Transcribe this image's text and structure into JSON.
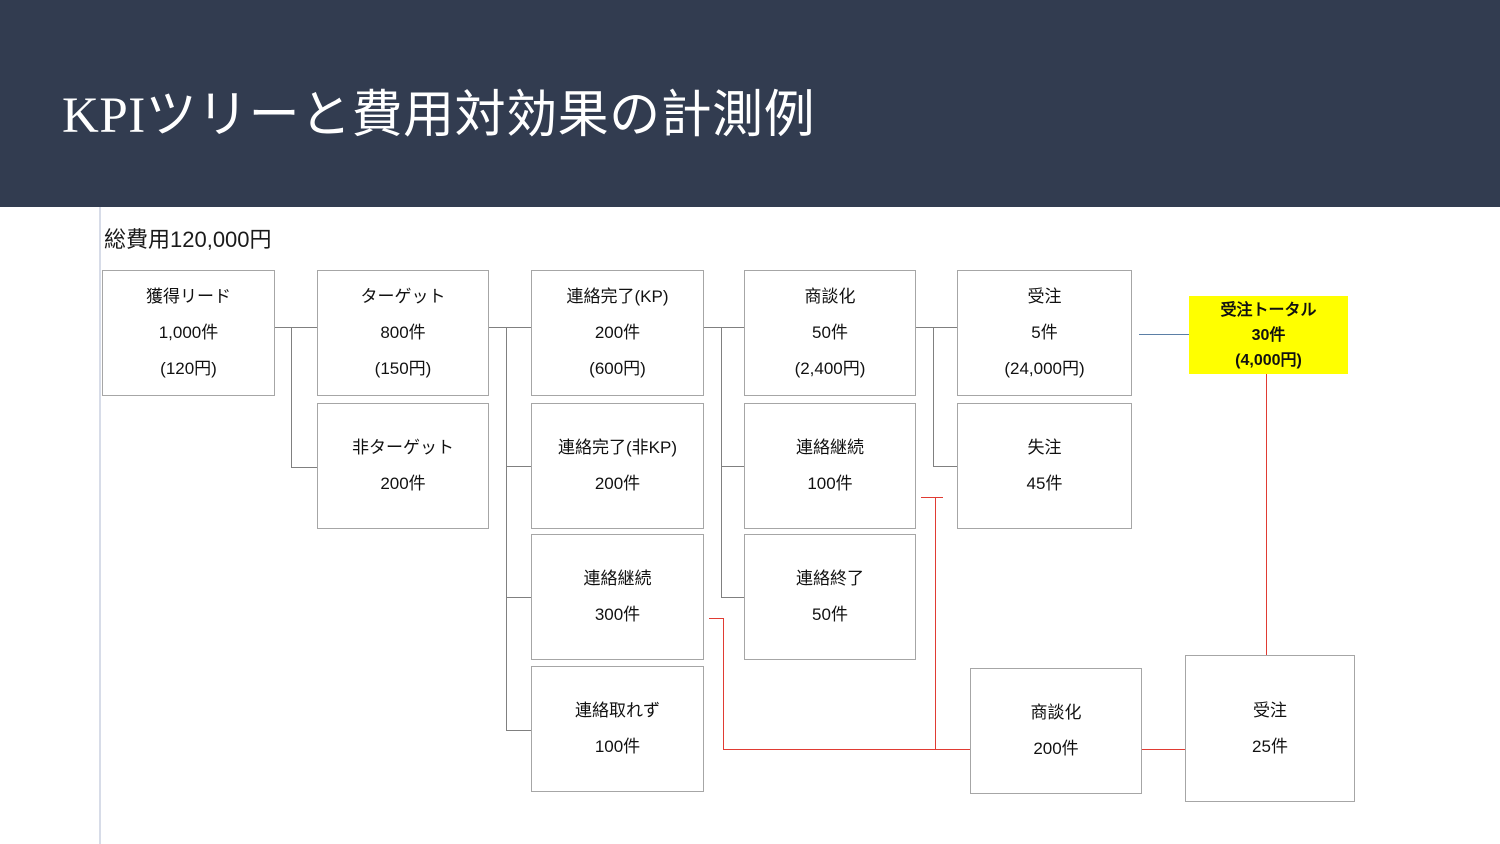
{
  "header": {
    "title": "KPIツリーと費用対効果の計測例"
  },
  "diagram": {
    "cost_label": "総費用120,000円",
    "colors": {
      "header_bg": "#323c50",
      "box_border": "#a6a6a6",
      "connector": "#808080",
      "red_connector": "#e03b33",
      "blue_connector": "#5b7fa6",
      "highlight_bg": "#ffff00",
      "page_rule": "#d7dce8"
    },
    "nodes": [
      {
        "id": "lead",
        "label": "獲得リード",
        "count": "1,000件",
        "cost": "(120円)"
      },
      {
        "id": "target",
        "label": "ターゲット",
        "count": "800件",
        "cost": "(150円)"
      },
      {
        "id": "non-target",
        "label": "非ターゲット",
        "count": "200件",
        "cost": ""
      },
      {
        "id": "contact-kp",
        "label": "連絡完了(KP)",
        "count": "200件",
        "cost": "(600円)"
      },
      {
        "id": "contact-nonkp",
        "label": "連絡完了(非KP)",
        "count": "200件",
        "cost": ""
      },
      {
        "id": "contact-cont-3",
        "label": "連絡継続",
        "count": "300件",
        "cost": ""
      },
      {
        "id": "contact-none",
        "label": "連絡取れず",
        "count": "100件",
        "cost": ""
      },
      {
        "id": "deal",
        "label": "商談化",
        "count": "50件",
        "cost": "(2,400円)"
      },
      {
        "id": "contact-cont-4",
        "label": "連絡継続",
        "count": "100件",
        "cost": ""
      },
      {
        "id": "contact-end",
        "label": "連絡終了",
        "count": "50件",
        "cost": ""
      },
      {
        "id": "won",
        "label": "受注",
        "count": "5件",
        "cost": "(24,000円)"
      },
      {
        "id": "lost",
        "label": "失注",
        "count": "45件",
        "cost": ""
      },
      {
        "id": "won-total",
        "label": "受注トータル",
        "count": "30件",
        "cost": "(4,000円)"
      },
      {
        "id": "deal-bottom",
        "label": "商談化",
        "count": "200件",
        "cost": ""
      },
      {
        "id": "won-bottom",
        "label": "受注",
        "count": "25件",
        "cost": ""
      }
    ]
  }
}
